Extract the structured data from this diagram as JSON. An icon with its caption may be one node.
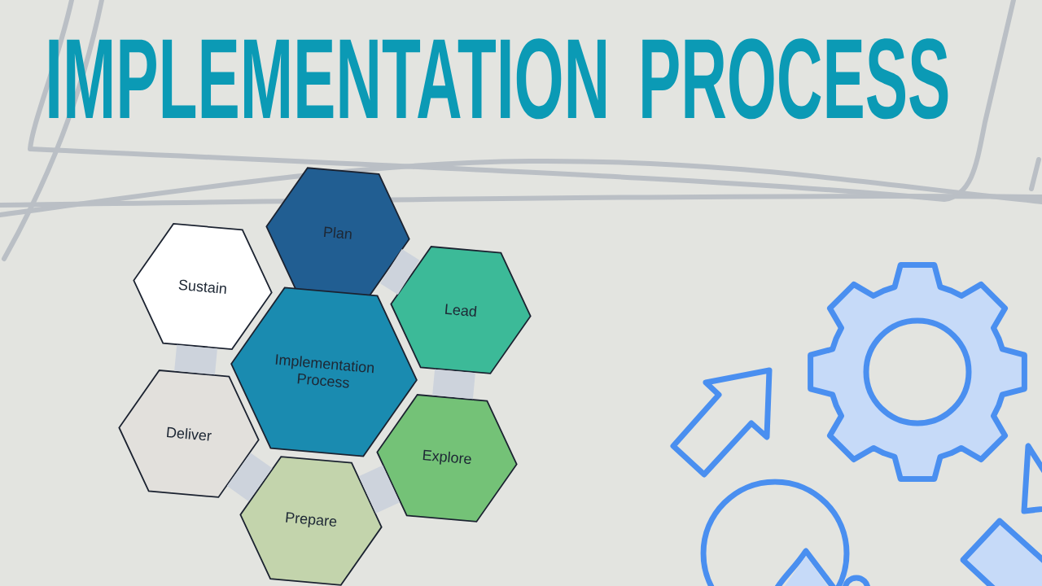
{
  "diagram": {
    "title": "IMPLEMENTATION PROCESS",
    "nodes": [
      {
        "text": [
          "Plan"
        ]
      },
      {
        "text": [
          "Sustain"
        ]
      },
      {
        "text": [
          "Lead"
        ]
      },
      {
        "text": [
          "Implementation Process"
        ]
      },
      {
        "text": [
          "Deliver"
        ]
      },
      {
        "text": [
          "Explore"
        ]
      },
      {
        "text": [
          "Prepare"
        ]
      }
    ],
    "edges": [
      {
        "from": 0,
        "to": 2,
        "arrow": "none"
      },
      {
        "from": 2,
        "to": 5,
        "arrow": "none"
      },
      {
        "from": 5,
        "to": 6,
        "arrow": "none"
      },
      {
        "from": 6,
        "to": 4,
        "arrow": "none"
      },
      {
        "from": 4,
        "to": 1,
        "arrow": "none"
      }
    ]
  }
}
